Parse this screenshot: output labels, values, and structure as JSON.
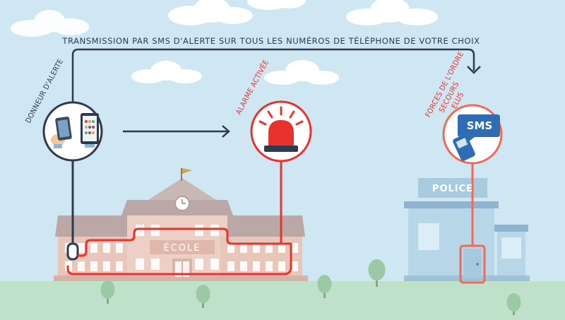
{
  "transmission_label": "TRANSMISSION PAR SMS D'ALERTE SUR TOUS LES NUMÉROS DE TÉLÉPHONE DE VOTRE CHOIX",
  "sender_label": "DONNEUR D'ALERTE",
  "alarm_label": "ALARME ACTIVÉE",
  "recipients_labels": [
    "FORCES DE L'ORDRE",
    "SECOURS",
    "ELUS"
  ],
  "school_sign": "ÉCOLE",
  "police_sign": "POLICE",
  "sms_text": "SMS",
  "colors": {
    "sky": "#cfe6f3",
    "grass": "#bfe0c9",
    "dark_line": "#2f3a4c",
    "red_line": "#e8332c",
    "salmon_line": "#f06a55",
    "school_wall": "#e8c6ba",
    "school_roof": "#bba7a5",
    "police_wall": "#b7d6e8",
    "police_roof": "#8fb4cf",
    "sms_blue": "#2e6db4"
  },
  "icons": [
    "smartphones-icon",
    "siren-icon",
    "sms-phone-icon",
    "flag-icon",
    "clock-icon",
    "door-icon"
  ]
}
